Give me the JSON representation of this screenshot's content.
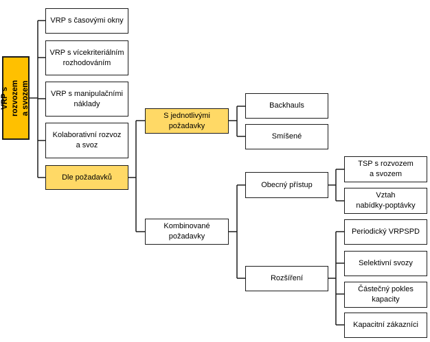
{
  "nodes": {
    "root": "VRP s rozvozem\na svozem",
    "time_windows": "VRP s časovými okny",
    "multicriteria": "VRP s vícekriteriálním\nrozhodováním",
    "handling": "VRP s manipulačními\nnáklady",
    "collaborative": "Kolaborativní rozvoz\na svoz",
    "by_demand": "Dle požadavků",
    "single": "S jednotlivými\npožadavky",
    "backhauls": "Backhauls",
    "mixed": "Smíšené",
    "combined": "Kombinované\npožadavky",
    "general": "Obecný přístup",
    "tsp": "TSP s rozvozem\na svozem",
    "supply_demand": "Vztah\nnabídky-poptávky",
    "extensions": "Rozšíření",
    "periodic": "Periodický VRPSPD",
    "selective": "Selektivní svozy",
    "capacity_drop": "Částečný pokles\nkapacity",
    "capacity_customers": "Kapacitní zákazníci"
  },
  "colors": {
    "root_fill": "#ffc000",
    "highlight_fill": "#ffd966",
    "border": "#1a1a1a"
  }
}
